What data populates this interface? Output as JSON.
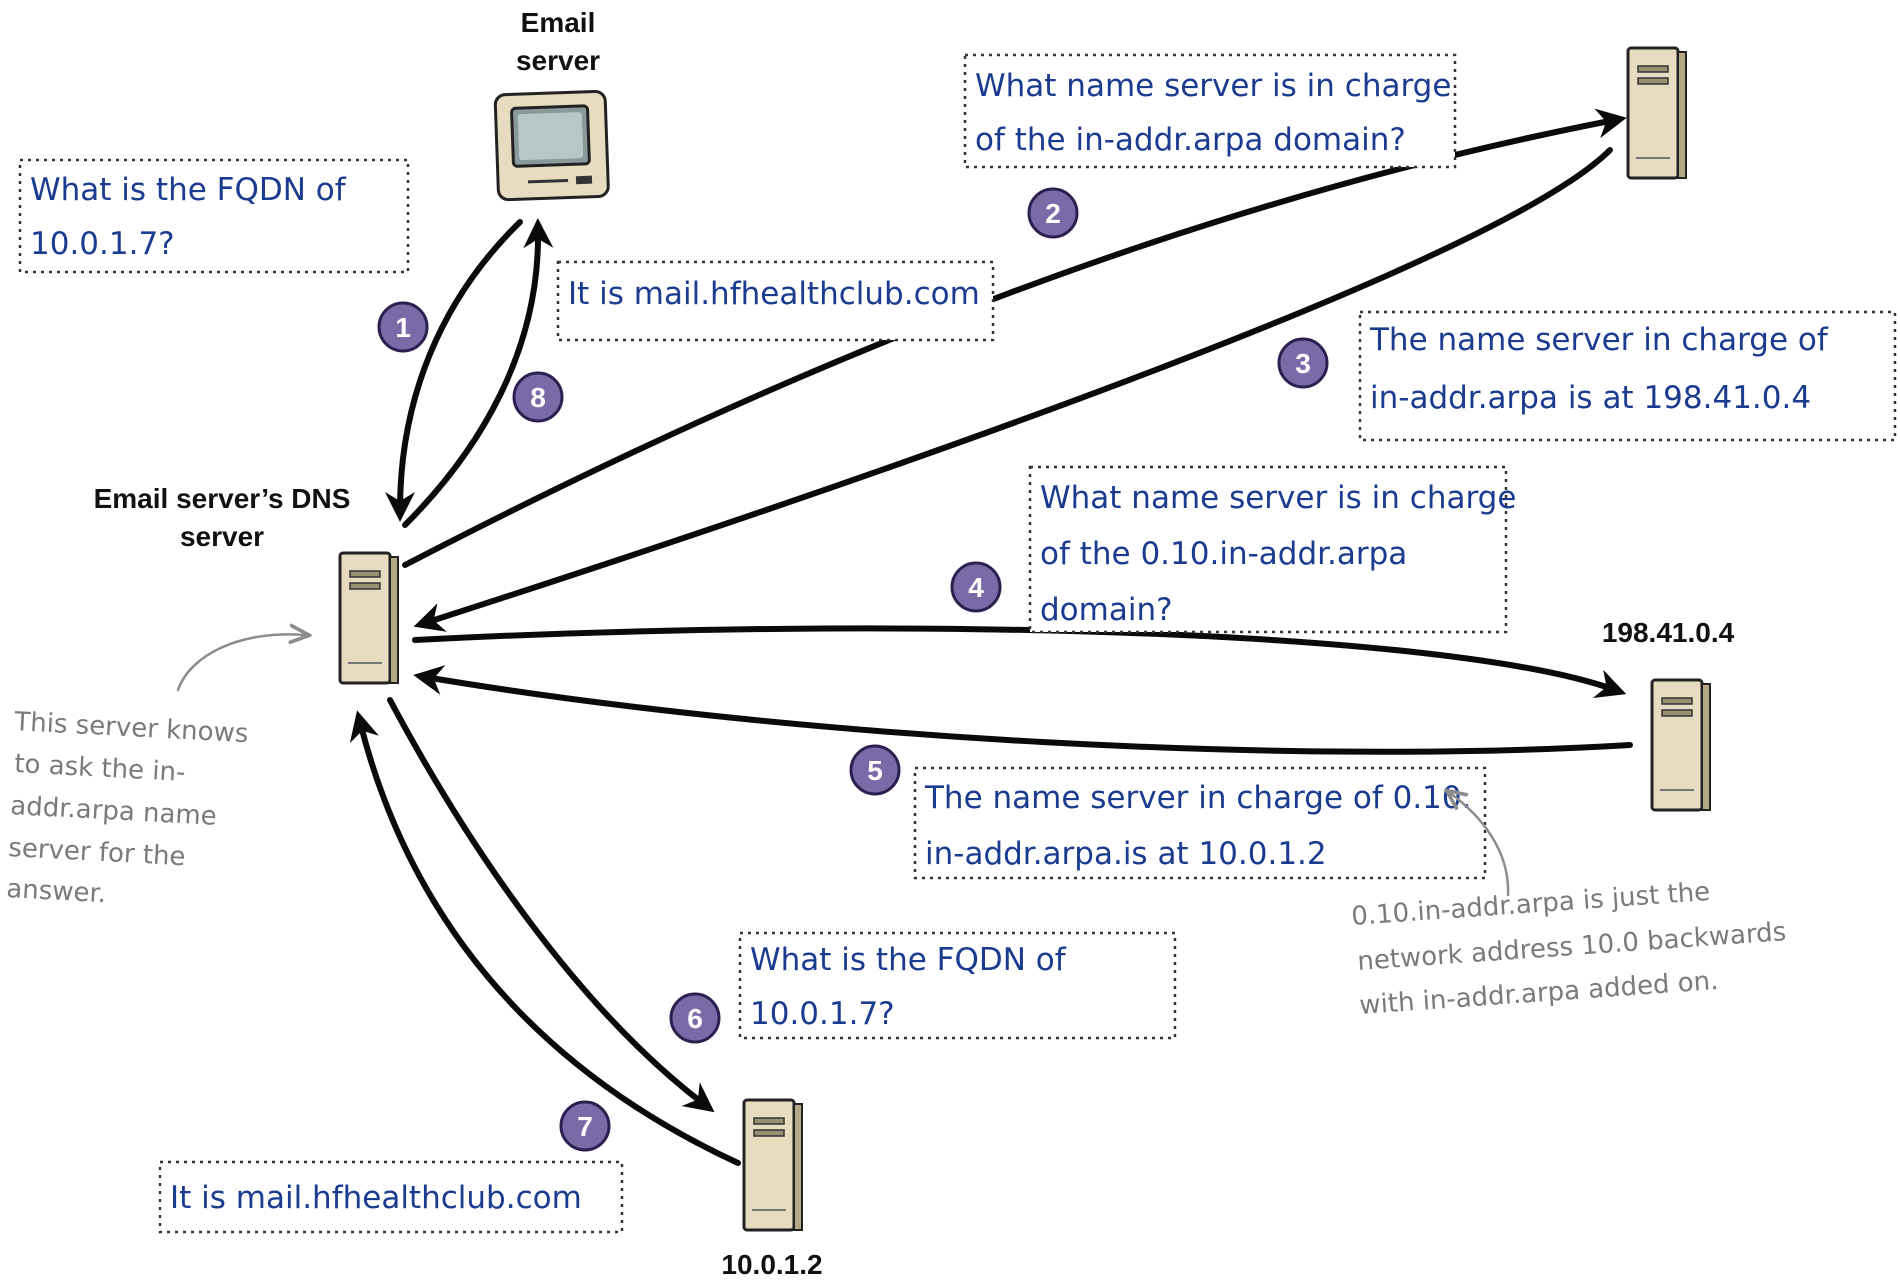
{
  "nodes": {
    "email_server": {
      "label_lines": [
        "Email",
        "server"
      ]
    },
    "email_dns_server": {
      "label_lines": [
        "Email server’s DNS",
        "server"
      ]
    },
    "root_server": {
      "label_lines": []
    },
    "arpa_server": {
      "label_lines": [
        "198.41.0.4"
      ]
    },
    "zone_server": {
      "label_lines": [
        "10.0.1.2"
      ]
    }
  },
  "messages": [
    {
      "step": "1",
      "lines": [
        "What is the FQDN of",
        "10.0.1.7?"
      ]
    },
    {
      "step": "2",
      "lines": [
        "What name server is in charge",
        "of the in-addr.arpa domain?"
      ]
    },
    {
      "step": "3",
      "lines": [
        "The name server in charge of",
        "in-addr.arpa is at 198.41.0.4"
      ]
    },
    {
      "step": "4",
      "lines": [
        "What name server is in charge",
        "of the 0.10.in-addr.arpa",
        "domain?"
      ]
    },
    {
      "step": "5",
      "lines": [
        "The name server in charge of 0.10.",
        "in-addr.arpa.is at 10.0.1.2"
      ]
    },
    {
      "step": "6",
      "lines": [
        "What is the FQDN of",
        "10.0.1.7?"
      ]
    },
    {
      "step": "7",
      "lines": [
        "It is mail.hfhealthclub.com"
      ]
    },
    {
      "step": "8",
      "lines": [
        "It is mail.hfhealthclub.com"
      ]
    }
  ],
  "notes": {
    "dns_server_note": [
      "This server knows",
      "to ask the in-",
      "addr.arpa name",
      "server for the",
      "answer."
    ],
    "arpa_note": [
      "0.10.in-addr.arpa is just the",
      "network address 10.0 backwards",
      "with in-addr.arpa added on."
    ]
  },
  "colors": {
    "handwriting_blue": "#1a3b8f",
    "step_purple": "#7b6aa8",
    "note_gray": "#7a7a7a",
    "server_beige": "#e7dcc0"
  }
}
